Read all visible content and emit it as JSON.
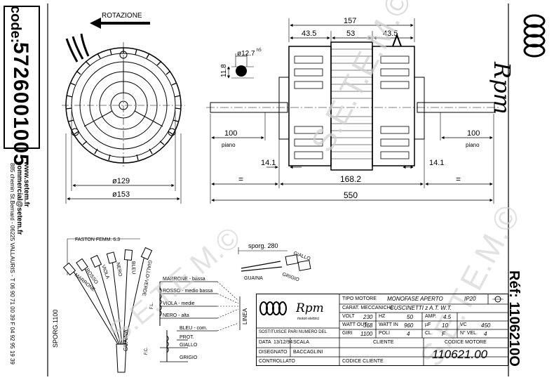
{
  "code_label": "code:",
  "code_number": "5726001005",
  "website": "www.setem.fr",
  "email": "commercial@setem.fr",
  "address": "885 chemin St.Bernard - 06225 VALLAURIS - T 06 90 71 00 39 F 04 92 95 19 39",
  "ref_label": "Réf: 1106210O",
  "brand": "Rpm",
  "brand_sub": "motori elettrici",
  "rotation_label": "ROTAZIONE",
  "dims": {
    "total_width": "157",
    "seg_left": "43.5",
    "seg_mid": "53",
    "seg_right": "43.5",
    "shaft_dia": "ø12.7",
    "shaft_tol": "h5",
    "flat": "11.8",
    "shaft_left": "100",
    "shaft_right": "100",
    "flat_word_left": "piano",
    "flat_word_right": "piano",
    "offset_left": "14.1",
    "offset_right": "14.1",
    "body": "168.2",
    "equal_left": "=",
    "equal_right": "=",
    "overall": "550",
    "dia_inner": "ø129",
    "dia_outer": "ø153"
  },
  "wiring": {
    "faston": "FASTON FEMM. 6.3",
    "sporg_side": "SPORG.1100",
    "sporg_top": "sporg. 280",
    "guaina": "GUAINA",
    "guaina2": "GUAINA",
    "giallo_top": "GIALLO",
    "grigio_top": "GRIGIO",
    "linea": "LINEA",
    "fl": "F.L.",
    "fc": "F.C.",
    "wire_labels": [
      "MARRONE",
      "ROSSO",
      "VIOLA",
      "NERO",
      "BLEU",
      "GIALLO-VERDE"
    ],
    "speeds": [
      {
        "color": "MARRONE",
        "speed": "- bassa"
      },
      {
        "color": "ROSSO",
        "speed": "- medio bassa"
      },
      {
        "color": "VIOLA",
        "speed": "- medie"
      },
      {
        "color": "NERO",
        "speed": "- alta"
      },
      {
        "color": "BLEU",
        "speed": "- com."
      }
    ],
    "prot": "PROT.",
    "giallo": "GIALLO",
    "grigio": "GRIGIO"
  },
  "title_block": {
    "tipo_motore_label": "TIPO MOTORE",
    "tipo_motore": "MONOFASE APERTO",
    "ip": "IP20",
    "carat_label": "CARAT. MECCANICHE",
    "carat": "CUSCINETTI z A.T. W.T.",
    "volt_label": "VOLT",
    "volt": "230",
    "hz_label": "HZ",
    "hz": "50",
    "amp_label": "AMP.",
    "amp": "4.5",
    "watt_out_label": "WATT OUT",
    "watt_out": "368",
    "watt_in_label": "WATT IN",
    "watt_in": "960",
    "uf_label": "µF",
    "uf": "10",
    "vc_label": "VC",
    "vc": "450",
    "giri_label": "GIRI",
    "giri": "1100",
    "poli_label": "POLI",
    "poli": "4",
    "cl_label": "CL.",
    "cl": "F",
    "nvel_label": "N° VEL.",
    "nvel": "4",
    "sostituisce": "SOSTITUISCE PARI NUMERO DEL",
    "data_label": "DATA",
    "data": "13/12/94",
    "scala_label": "SCALA",
    "cliente_label": "CLIENTE",
    "codice_motore_label": "CODICE MOTORE",
    "disegnato_label": "DISEGNATO",
    "disegnato": "BACCAGLINI",
    "controllato_label": "CONTROLLATO",
    "codice_cliente_label": "CODICE CLIENTE",
    "codice_motore": "110621.00"
  },
  "watermark": "S.E.T.E.M.©"
}
